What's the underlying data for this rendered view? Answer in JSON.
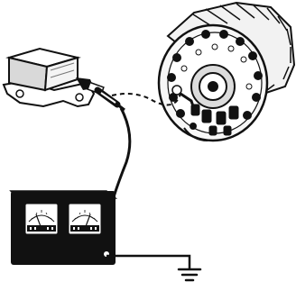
{
  "diagram": {
    "components": [
      {
        "id": "voltage-regulator",
        "kind": "regulator"
      },
      {
        "id": "alternator",
        "kind": "alternator"
      },
      {
        "id": "test-meter",
        "kind": "meter-box",
        "gauges": 2
      },
      {
        "id": "ground",
        "kind": "ground-symbol"
      }
    ],
    "connections": [
      {
        "from": "voltage-regulator",
        "to": "test-meter",
        "style": "solid"
      },
      {
        "from": "voltage-regulator",
        "to": "alternator",
        "style": "dashed"
      },
      {
        "from": "test-meter",
        "to": "ground",
        "style": "solid"
      }
    ],
    "colors": {
      "ink": "#111111",
      "paper": "#ffffff",
      "shade": "#777777"
    }
  }
}
